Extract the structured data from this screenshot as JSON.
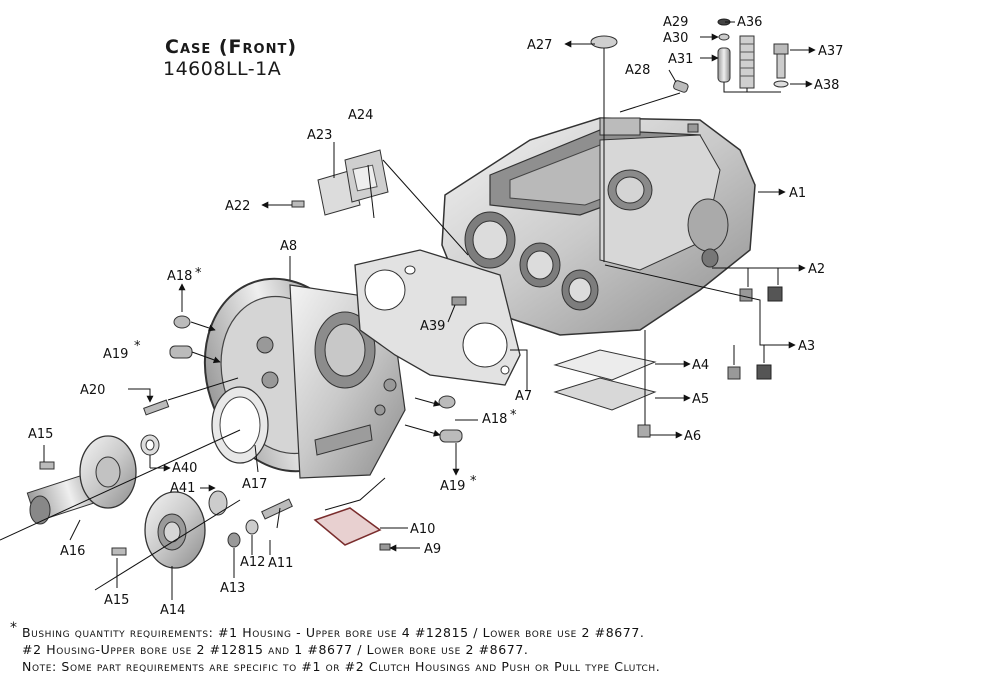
{
  "header": {
    "title": "Case (Front)",
    "part_number": "14608LL-1A"
  },
  "labels": {
    "A1": "A1",
    "A2": "A2",
    "A3": "A3",
    "A4": "A4",
    "A5": "A5",
    "A6": "A6",
    "A7": "A7",
    "A8": "A8",
    "A9": "A9",
    "A10": "A10",
    "A11": "A11",
    "A12": "A12",
    "A13": "A13",
    "A14": "A14",
    "A15a": "A15",
    "A15b": "A15",
    "A16": "A16",
    "A17": "A17",
    "A18a": "A18",
    "A18b": "A18",
    "A19a": "A19",
    "A19b": "A19",
    "A20": "A20",
    "A22": "A22",
    "A23": "A23",
    "A24": "A24",
    "A27": "A27",
    "A28": "A28",
    "A29": "A29",
    "A30": "A30",
    "A31": "A31",
    "A36": "A36",
    "A37": "A37",
    "A38": "A38",
    "A39": "A39",
    "A40": "A40",
    "A41": "A41",
    "star": "*"
  },
  "notes": {
    "asterisk": "*",
    "line1": "Bushing quantity requirements: #1 Housing - Upper bore use 4 #12815 / Lower bore use 2 #8677.",
    "line2": "#2 Housing-Upper bore use 2 #12815 and 1 #8677 / Lower bore use 2 #8677.",
    "line3": "Note: Some part requirements are specific to #1 or #2 Clutch Housings and Push or Pull type Clutch."
  }
}
